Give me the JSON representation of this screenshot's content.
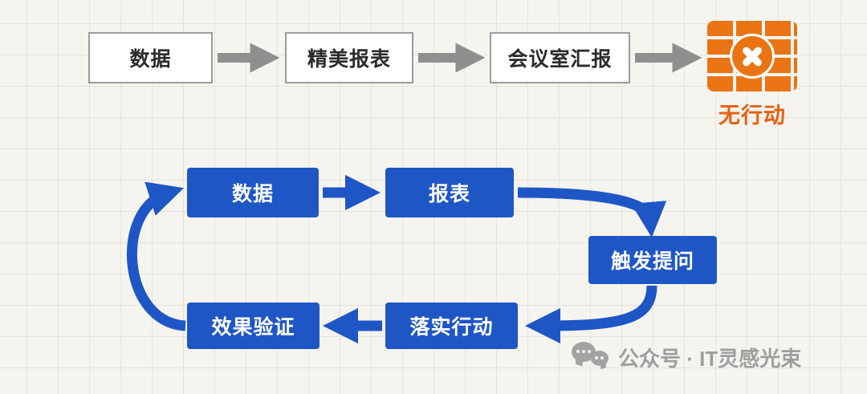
{
  "colors": {
    "cycle_blue": "#1e56c6",
    "arrow_gray": "#8f8f8f",
    "alert_orange": "#ea7414",
    "no_action_text": "#e8600f",
    "background": "#f5f4ef"
  },
  "top_flow": {
    "boxes": [
      {
        "label": "数据"
      },
      {
        "label": "精美报表"
      },
      {
        "label": "会议室汇报"
      }
    ],
    "result": {
      "icon": "firewall-x-icon",
      "label": "无行动"
    }
  },
  "cycle": {
    "boxes": [
      {
        "label": "数据"
      },
      {
        "label": "报表"
      },
      {
        "label": "触发提问"
      },
      {
        "label": "落实行动"
      },
      {
        "label": "效果验证"
      }
    ]
  },
  "watermark": {
    "icon": "wechat-icon",
    "text": "公众号 · IT灵感光束"
  }
}
